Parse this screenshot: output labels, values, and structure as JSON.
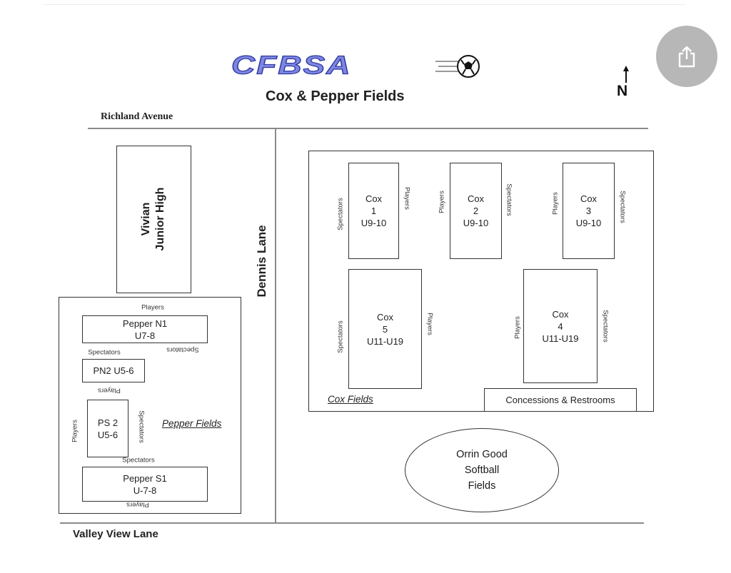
{
  "header": {
    "logo_text": "CFBSA",
    "title": "Cox & Pepper Fields",
    "north_label": "N"
  },
  "roads": {
    "richland": "Richland Avenue",
    "dennis": "Dennis Lane",
    "valley_view": "Valley View Lane"
  },
  "vivian": {
    "line1": "Vivian",
    "line2": "Junior High"
  },
  "cox_area": {
    "title": "Cox Fields",
    "concessions": "Concessions & Restrooms",
    "fields": [
      {
        "name": "Cox",
        "number": "1",
        "age": "U9-10",
        "left_label": "Spectators",
        "right_label": "Players"
      },
      {
        "name": "Cox",
        "number": "2",
        "age": "U9-10",
        "left_label": "Players",
        "right_label": "Spectators"
      },
      {
        "name": "Cox",
        "number": "3",
        "age": "U9-10",
        "left_label": "Players",
        "right_label": "Spectators"
      },
      {
        "name": "Cox",
        "number": "5",
        "age": "U11-U19",
        "left_label": "Spectators",
        "right_label": "Players"
      },
      {
        "name": "Cox",
        "number": "4",
        "age": "U11-U19",
        "left_label": "Players",
        "right_label": "Spectators"
      }
    ]
  },
  "pepper_area": {
    "title": "Pepper Fields",
    "n1": {
      "line1": "Pepper N1",
      "line2": "U7-8",
      "top_label": "Players",
      "bottom_left": "Spectators",
      "bottom_right": "Spectators"
    },
    "pn2": {
      "label": "PN2 U5-6",
      "bottom_label": "Players"
    },
    "ps2": {
      "line1": "PS 2",
      "line2": "U5-6",
      "left_label": "Players",
      "right_label": "Spectators",
      "bottom_label": "Spectators"
    },
    "s1": {
      "line1": "Pepper S1",
      "line2": "U-7-8",
      "bottom_label": "Players"
    }
  },
  "orrin": {
    "line1": "Orrin Good",
    "line2": "Softball",
    "line3": "Fields"
  },
  "share_button": {
    "icon": "share-icon"
  }
}
